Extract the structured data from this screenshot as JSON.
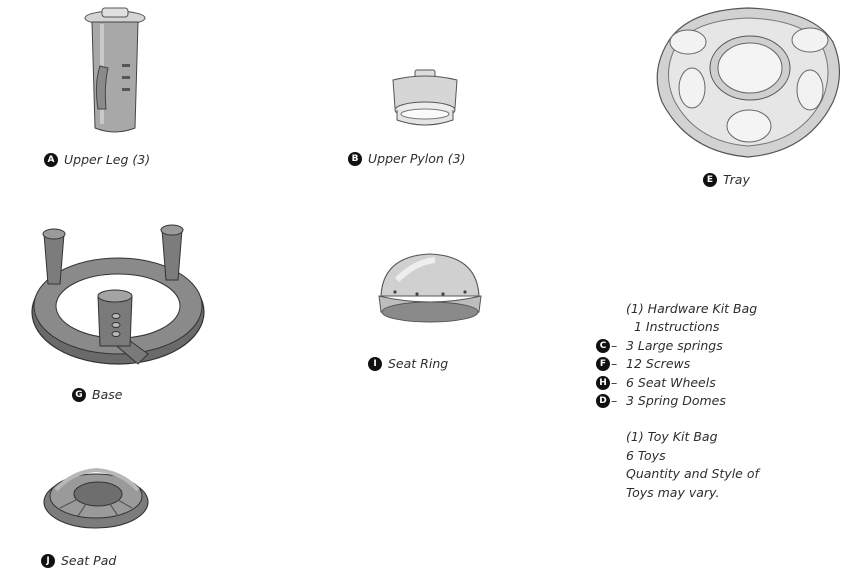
{
  "parts": {
    "upper_leg": {
      "letter": "A",
      "label": "Upper Leg (3)"
    },
    "upper_pylon": {
      "letter": "B",
      "label": "Upper Pylon (3)"
    },
    "tray": {
      "letter": "E",
      "label": "Tray"
    },
    "base": {
      "letter": "G",
      "label": "Base"
    },
    "seat_ring": {
      "letter": "I",
      "label": "Seat Ring"
    },
    "seat_pad": {
      "letter": "J",
      "label": "Seat Pad"
    }
  },
  "hardware": {
    "bag_title": "(1) Hardware Kit Bag",
    "instructions": "1 Instructions",
    "items": [
      {
        "letter": "C",
        "text": "3 Large springs"
      },
      {
        "letter": "F",
        "text": "12 Screws"
      },
      {
        "letter": "H",
        "text": "6 Seat Wheels"
      },
      {
        "letter": "D",
        "text": "3 Spring Domes"
      }
    ]
  },
  "toys": {
    "bag_title": "(1) Toy Kit Bag",
    "count": "6 Toys",
    "note_line1": "Quantity and Style of",
    "note_line2": "Toys may vary."
  }
}
